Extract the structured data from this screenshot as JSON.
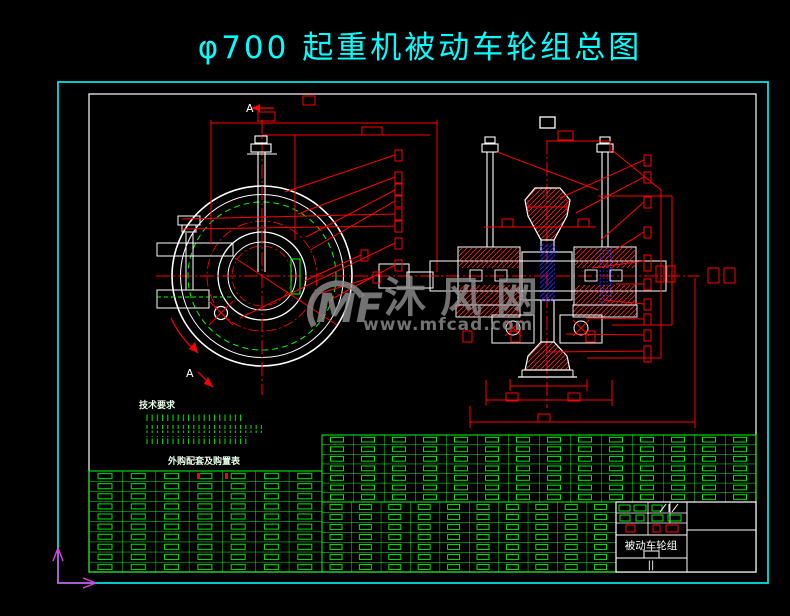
{
  "title": "φ700 起重机被动车轮组总图",
  "watermark": {
    "logo_text": "MF",
    "site_name": "沐风网",
    "site_url": "www.mfcad.com"
  },
  "notes": {
    "heading": "技术要求",
    "purchase_heading": "外购配套及购置表"
  },
  "section_labels": {
    "top": "A",
    "bottom": "A"
  },
  "title_block": {
    "part_name": "被动车轮组",
    "bottom_mark": "||"
  },
  "colors": {
    "background": "#000000",
    "paper_border": "#00e0e0",
    "frame_border": "#ffffff",
    "drawing_red": "#ff0000",
    "table_green": "#00ff00",
    "hatch_blue": "#2a2aff",
    "watermark_gray": "#8f8f8f",
    "ucs_magenta": "#e040e0",
    "title_cyan": "#00ffff"
  }
}
